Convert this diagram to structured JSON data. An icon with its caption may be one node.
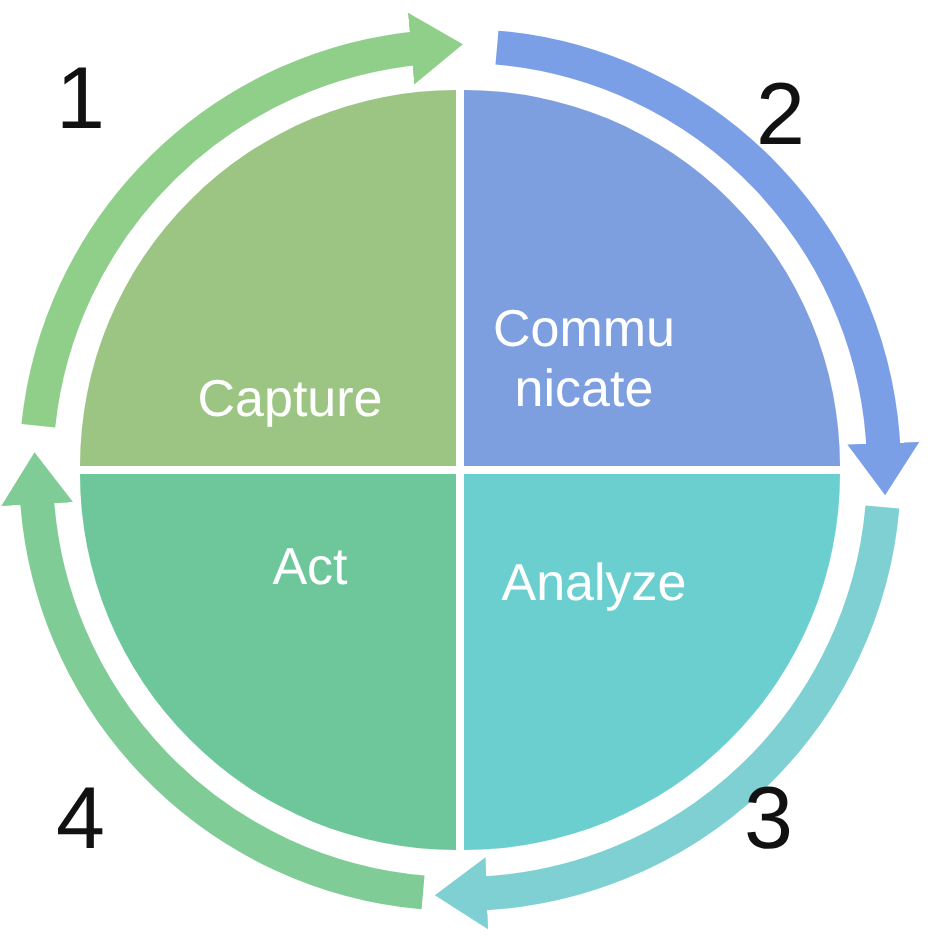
{
  "diagram": {
    "nodes": [
      {
        "text": [
          "Capture"
        ]
      },
      {
        "text": [
          "Communicate"
        ]
      },
      {
        "text": [
          "Analyze"
        ]
      },
      {
        "text": [
          "Act"
        ]
      }
    ],
    "labels": [
      "1",
      "2",
      "3",
      "4"
    ]
  }
}
